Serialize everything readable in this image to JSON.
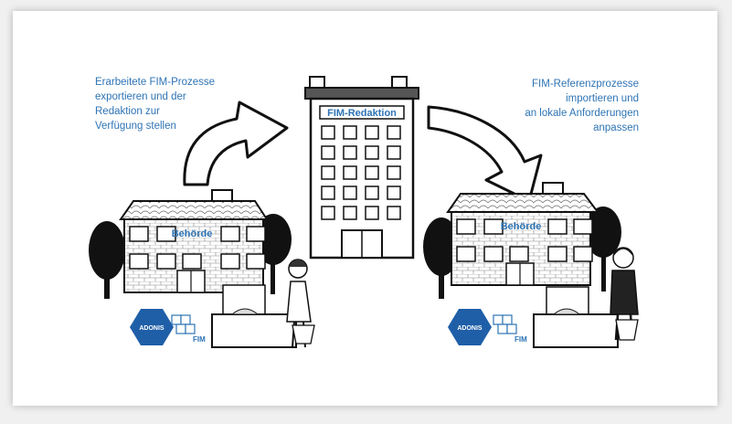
{
  "captions": {
    "left": "Erarbeitete  FIM-Prozesse\nexportieren  und der\nRedaktion zur\nVerfügung stellen",
    "right": "FIM-Referenzprozesse\nimportieren und\nan lokale Anforderungen\nanpassen"
  },
  "buildings": {
    "center_sign": "FIM-Redaktion",
    "left_sign": "Behörde",
    "right_sign": "Behörde"
  },
  "logos": {
    "adonis": "ADONIS",
    "fim": "FIM"
  },
  "colors": {
    "accent": "#2e74b5",
    "adonis_blue": "#1f5fa8",
    "ink": "#111111"
  }
}
